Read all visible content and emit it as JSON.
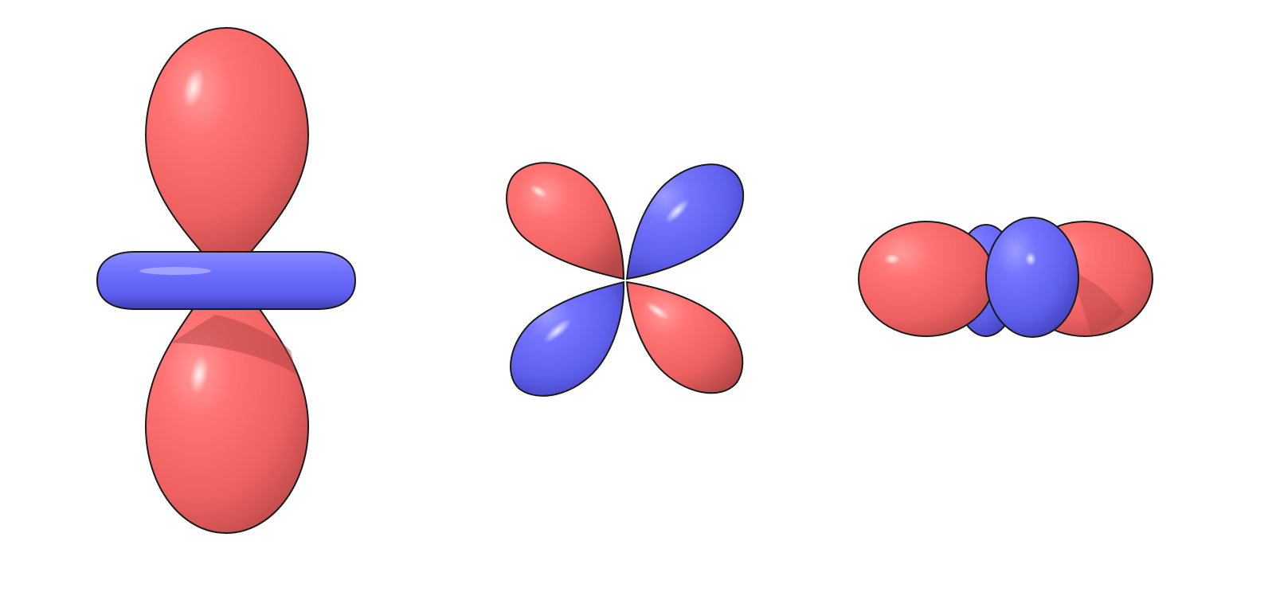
{
  "colors": {
    "background": "#ffffff",
    "positive_phase": "#ff6b6b",
    "negative_phase": "#6666ff",
    "outline": "#1a1a1a"
  },
  "orbitals": [
    {
      "shape": "dz2",
      "lobes": [
        {
          "phase": "positive",
          "part": "upper-lobe"
        },
        {
          "phase": "positive",
          "part": "lower-lobe"
        },
        {
          "phase": "negative",
          "part": "torus"
        }
      ]
    },
    {
      "shape": "cloverleaf",
      "lobes": [
        {
          "phase": "positive",
          "part": "upper-left-lobe"
        },
        {
          "phase": "negative",
          "part": "upper-right-lobe"
        },
        {
          "phase": "negative",
          "part": "lower-left-lobe"
        },
        {
          "phase": "positive",
          "part": "lower-right-lobe"
        }
      ]
    },
    {
      "shape": "cloverleaf-edge-on",
      "lobes": [
        {
          "phase": "positive",
          "part": "left-lobe"
        },
        {
          "phase": "positive",
          "part": "right-lobe"
        },
        {
          "phase": "negative",
          "part": "back-lobe"
        },
        {
          "phase": "negative",
          "part": "front-lobe"
        }
      ]
    }
  ]
}
